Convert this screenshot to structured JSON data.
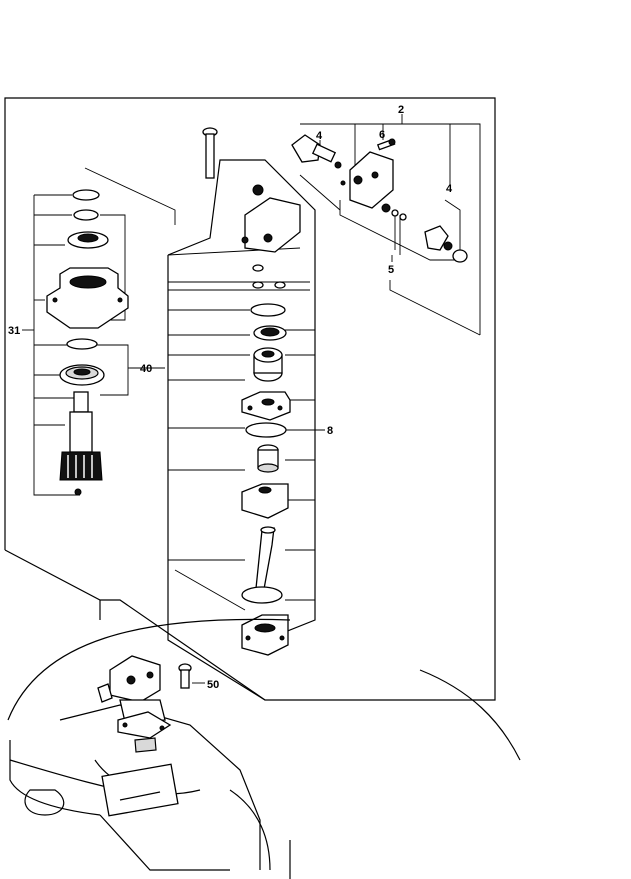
{
  "callouts": {
    "c2": "2",
    "c4a": "4",
    "c4b": "4",
    "c5": "5",
    "c6": "6",
    "c8": "8",
    "c31": "31",
    "c40": "40",
    "c50": "50"
  }
}
